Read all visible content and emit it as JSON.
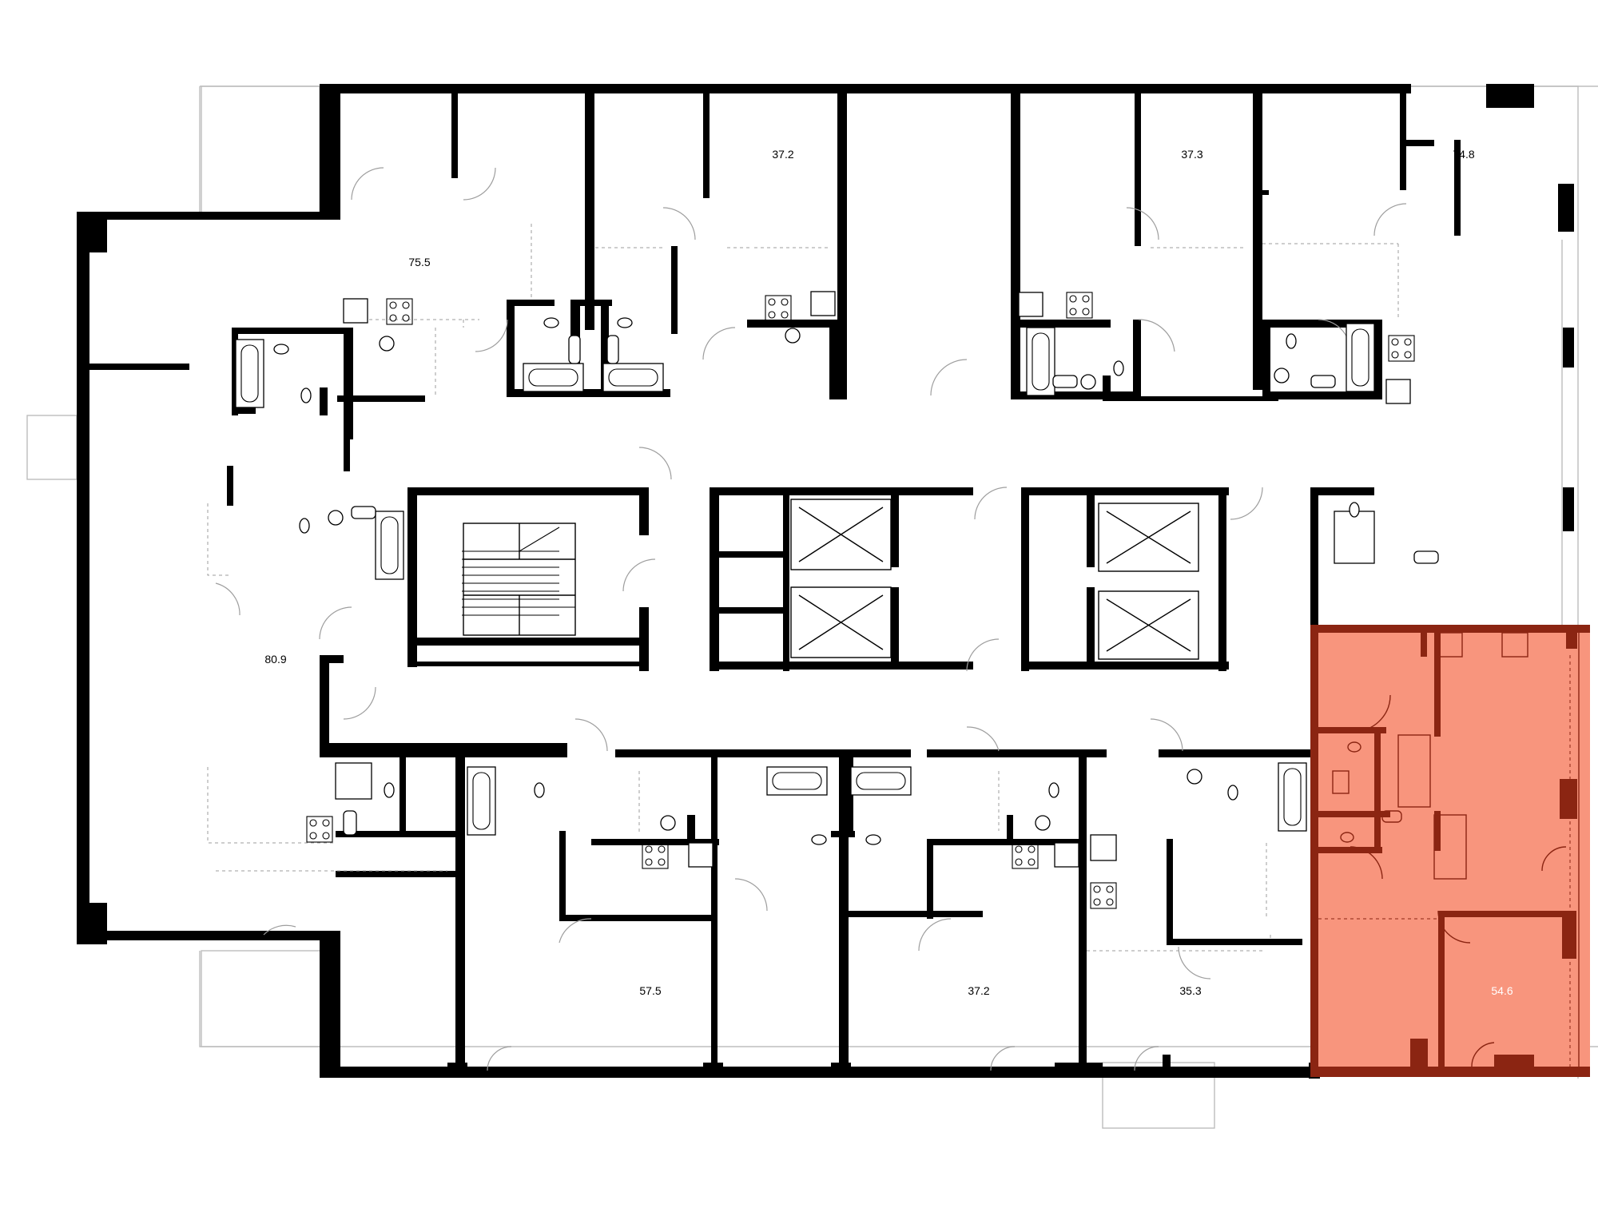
{
  "floor_plan": {
    "apartments": [
      {
        "id": "apt-75-5",
        "area": "75.5",
        "selected": false
      },
      {
        "id": "apt-37-2-top",
        "area": "37.2",
        "selected": false
      },
      {
        "id": "apt-37-3",
        "area": "37.3",
        "selected": false
      },
      {
        "id": "apt-74-8",
        "area": "74.8",
        "selected": false
      },
      {
        "id": "apt-80-9",
        "area": "80.9",
        "selected": false
      },
      {
        "id": "apt-57-5",
        "area": "57.5",
        "selected": false
      },
      {
        "id": "apt-37-2-bottom",
        "area": "37.2",
        "selected": false
      },
      {
        "id": "apt-35-3",
        "area": "35.3",
        "selected": false
      },
      {
        "id": "apt-54-6",
        "area": "54.6",
        "selected": true
      }
    ],
    "colors": {
      "wall": "#000000",
      "selected_fill": "#f8957d",
      "selected_wall": "#8b2512",
      "background": "#ffffff"
    }
  }
}
